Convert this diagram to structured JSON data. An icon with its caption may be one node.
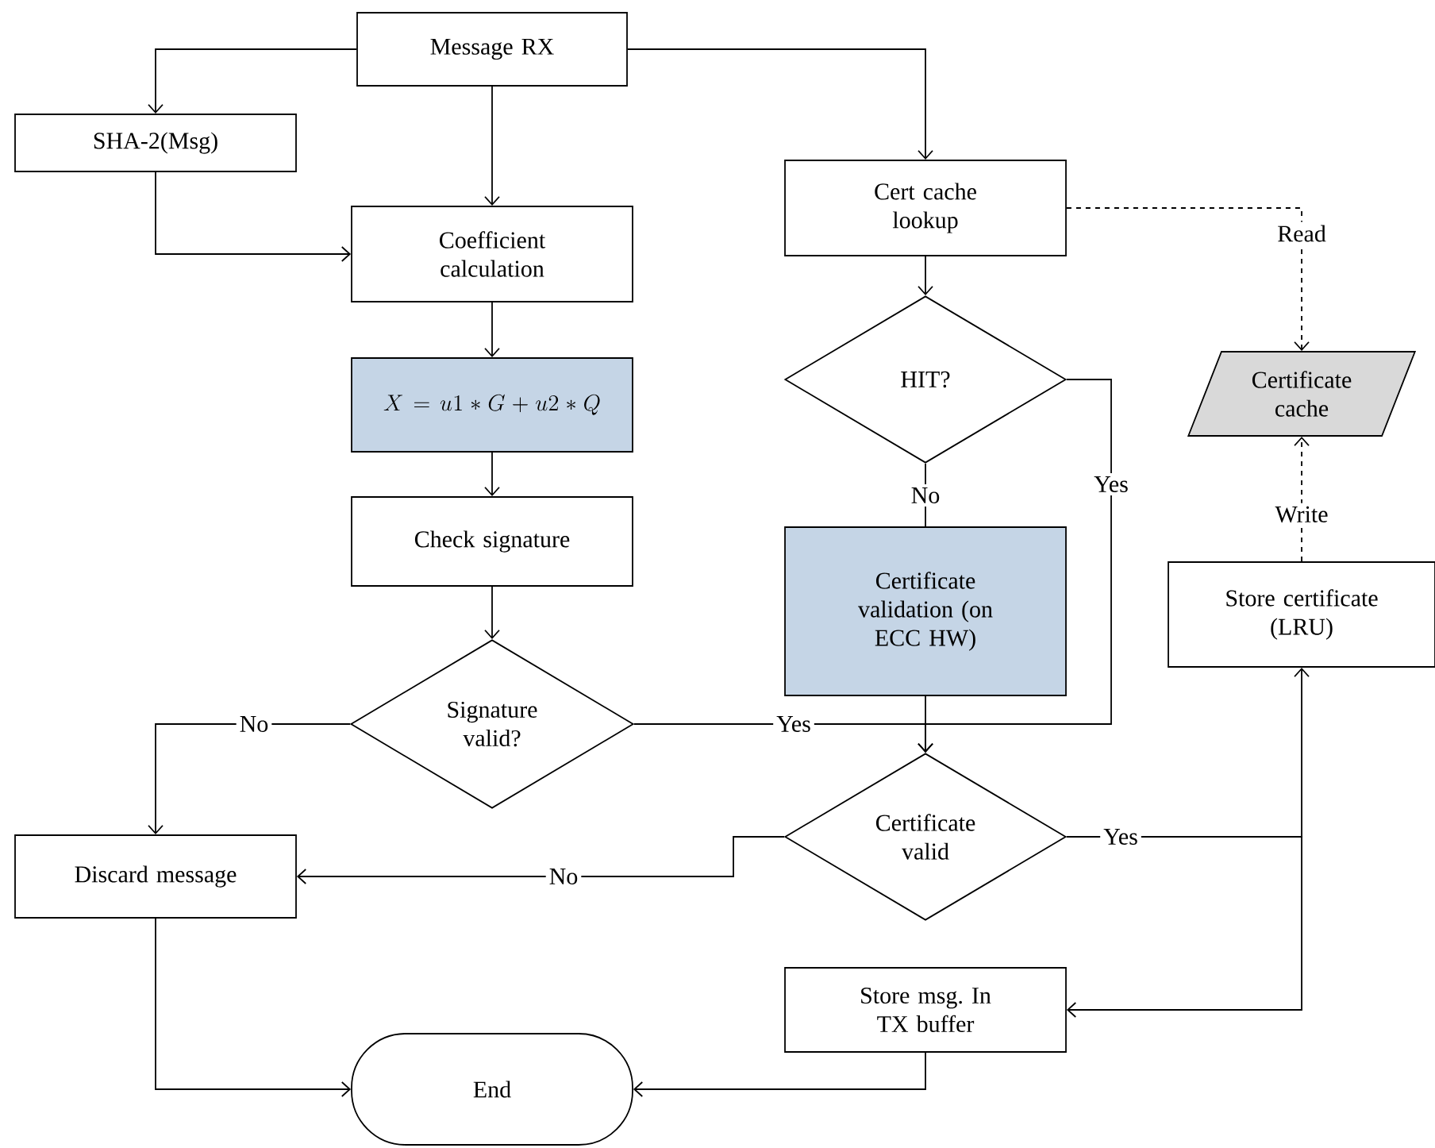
{
  "diagram": {
    "nodes": [
      {
        "text": [
          "Message RX"
        ]
      },
      {
        "text": [
          "SHA-2(Msg)"
        ]
      },
      {
        "text": [
          "Coefficient calculation"
        ]
      },
      {
        "text": [
          "X = u1 * G + u2 * Q"
        ]
      },
      {
        "text": [
          "Check signature"
        ]
      },
      {
        "text": [
          "Signature valid?"
        ]
      },
      {
        "text": [
          "Discard message"
        ]
      },
      {
        "text": [
          "End"
        ]
      },
      {
        "text": [
          "Cert cache lookup"
        ]
      },
      {
        "text": [
          "HIT?"
        ]
      },
      {
        "text": [
          "Certificate validation (on ECC HW)"
        ]
      },
      {
        "text": [
          "Certificate valid"
        ]
      },
      {
        "text": [
          "Certificate cache"
        ]
      },
      {
        "text": [
          "Store certificate (LRU)"
        ]
      },
      {
        "text": [
          "Store msg. In TX buffer"
        ]
      }
    ],
    "edges": [
      {
        "from": 0,
        "to": 1,
        "arrow": "to"
      },
      {
        "from": 0,
        "to": 2,
        "arrow": "to"
      },
      {
        "from": 0,
        "to": 8,
        "arrow": "to"
      },
      {
        "from": 1,
        "to": 2,
        "arrow": "to"
      },
      {
        "from": 2,
        "to": 3,
        "arrow": "to"
      },
      {
        "from": 3,
        "to": 4,
        "arrow": "to"
      },
      {
        "from": 4,
        "to": 5,
        "arrow": "to"
      },
      {
        "from": 5,
        "to": 6,
        "arrow": "to",
        "label": "No"
      },
      {
        "from": 5,
        "to": 11,
        "arrow": "to",
        "label": "Yes"
      },
      {
        "from": 9,
        "to": 11,
        "arrow": "to",
        "label": "Yes"
      },
      {
        "from": 10,
        "to": 11,
        "arrow": "to"
      },
      {
        "from": 9,
        "to": 10,
        "arrow": "none",
        "label": "No"
      },
      {
        "from": 8,
        "to": 9,
        "arrow": "to"
      },
      {
        "from": 8,
        "to": 12,
        "arrow": "to",
        "label": "Read",
        "style": "dashed"
      },
      {
        "from": 13,
        "to": 12,
        "arrow": "to",
        "label": "Write",
        "style": "dashed"
      },
      {
        "from": 11,
        "to": 6,
        "arrow": "to",
        "label": "No"
      },
      {
        "from": 11,
        "to": 13,
        "arrow": "to",
        "label": "Yes"
      },
      {
        "from": 11,
        "to": 14,
        "arrow": "to"
      },
      {
        "from": 6,
        "to": 7,
        "arrow": "to"
      },
      {
        "from": 14,
        "to": 7,
        "arrow": "to"
      }
    ]
  }
}
